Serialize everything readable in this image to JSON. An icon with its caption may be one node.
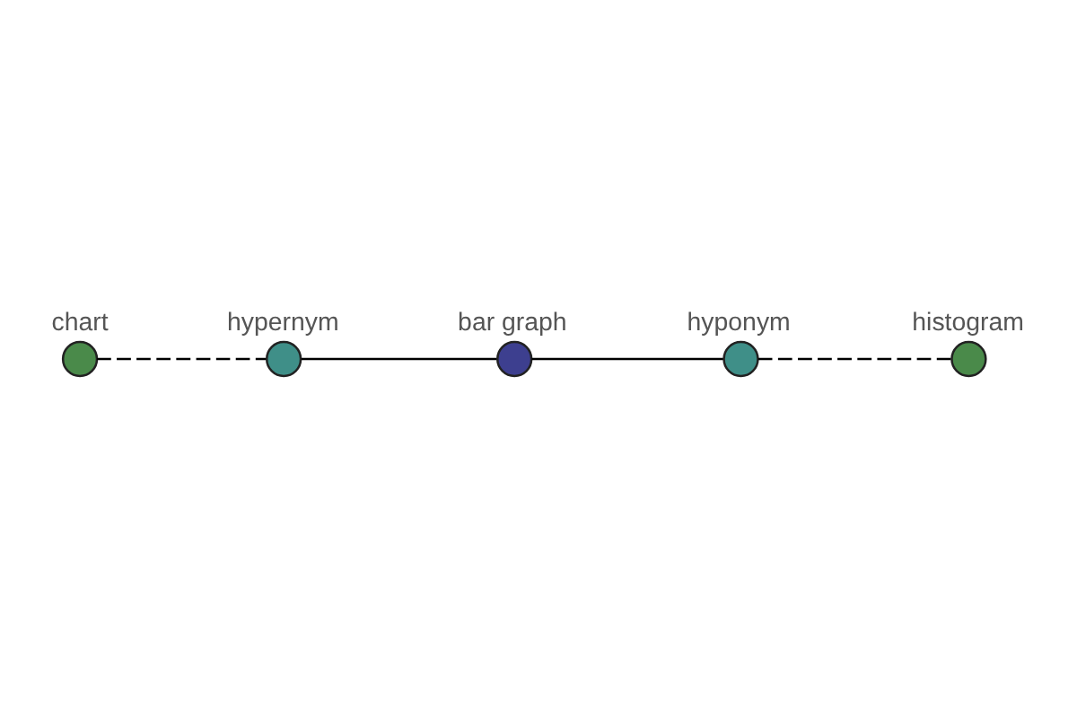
{
  "diagram": {
    "nodes": [
      {
        "text": [
          "chart"
        ]
      },
      {
        "text": [
          "hypernym"
        ]
      },
      {
        "text": [
          "bar graph"
        ]
      },
      {
        "text": [
          "hyponym"
        ]
      },
      {
        "text": [
          "histogram"
        ]
      }
    ],
    "edges": [
      {
        "from": 0,
        "to": 1,
        "arrow": "none",
        "style": "dashed"
      },
      {
        "from": 1,
        "to": 2,
        "arrow": "none"
      },
      {
        "from": 2,
        "to": 3,
        "arrow": "none"
      },
      {
        "from": 3,
        "to": 4,
        "arrow": "none",
        "style": "dashed"
      }
    ]
  }
}
